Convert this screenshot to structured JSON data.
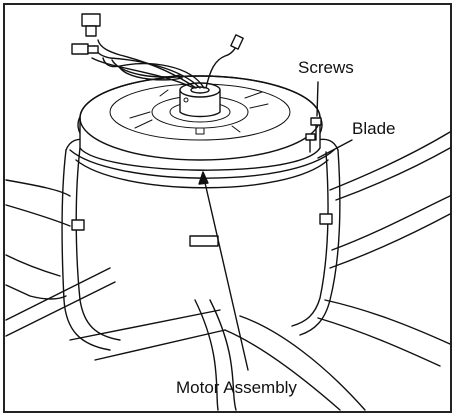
{
  "labels": {
    "screws": "Screws",
    "blade": "Blade",
    "motor_assembly": "Motor Assembly"
  },
  "colors": {
    "ink": "#111111",
    "paper": "#ffffff",
    "shade": "#e6e6e6",
    "frame": "#222222"
  }
}
